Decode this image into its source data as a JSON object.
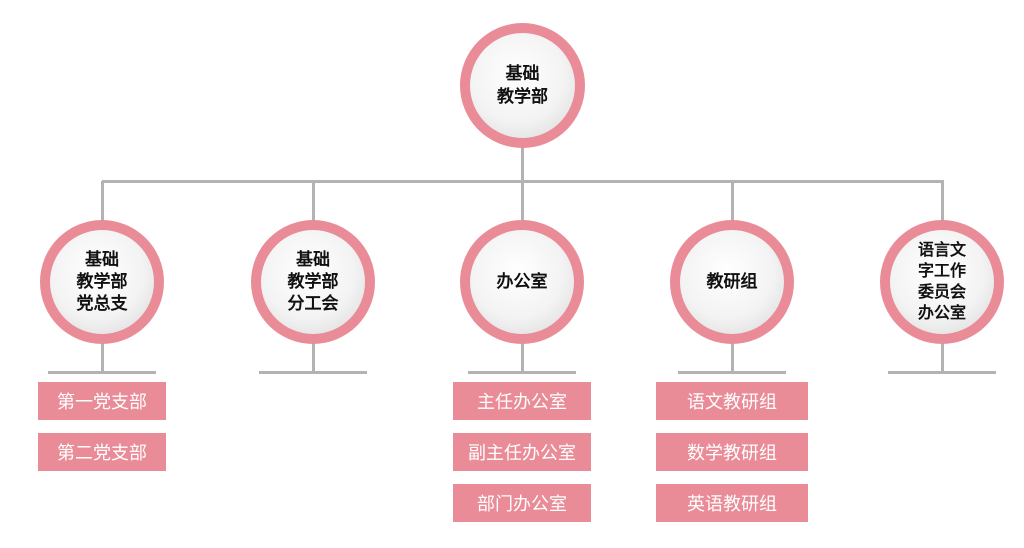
{
  "chart": {
    "root": {
      "label": "基础\n教学部"
    },
    "branches": [
      {
        "label": "基础\n教学部\n党总支",
        "leaves": [
          "第一党支部",
          "第二党支部"
        ]
      },
      {
        "label": "基础\n教学部\n分工会",
        "leaves": []
      },
      {
        "label": "办公室",
        "leaves": [
          "主任办公室",
          "副主任办公室",
          "部门办公室"
        ]
      },
      {
        "label": "教研组",
        "leaves": [
          "语文教研组",
          "数学教研组",
          "英语教研组"
        ]
      },
      {
        "label": "语言文\n字工作\n委员会\n办公室",
        "leaves": []
      }
    ]
  },
  "colors": {
    "node_ring": "#e98c98",
    "leaf_fill": "#e98c98",
    "leaf_text": "#ffffff",
    "connector": "#b3b3b3",
    "node_text": "#111111"
  }
}
